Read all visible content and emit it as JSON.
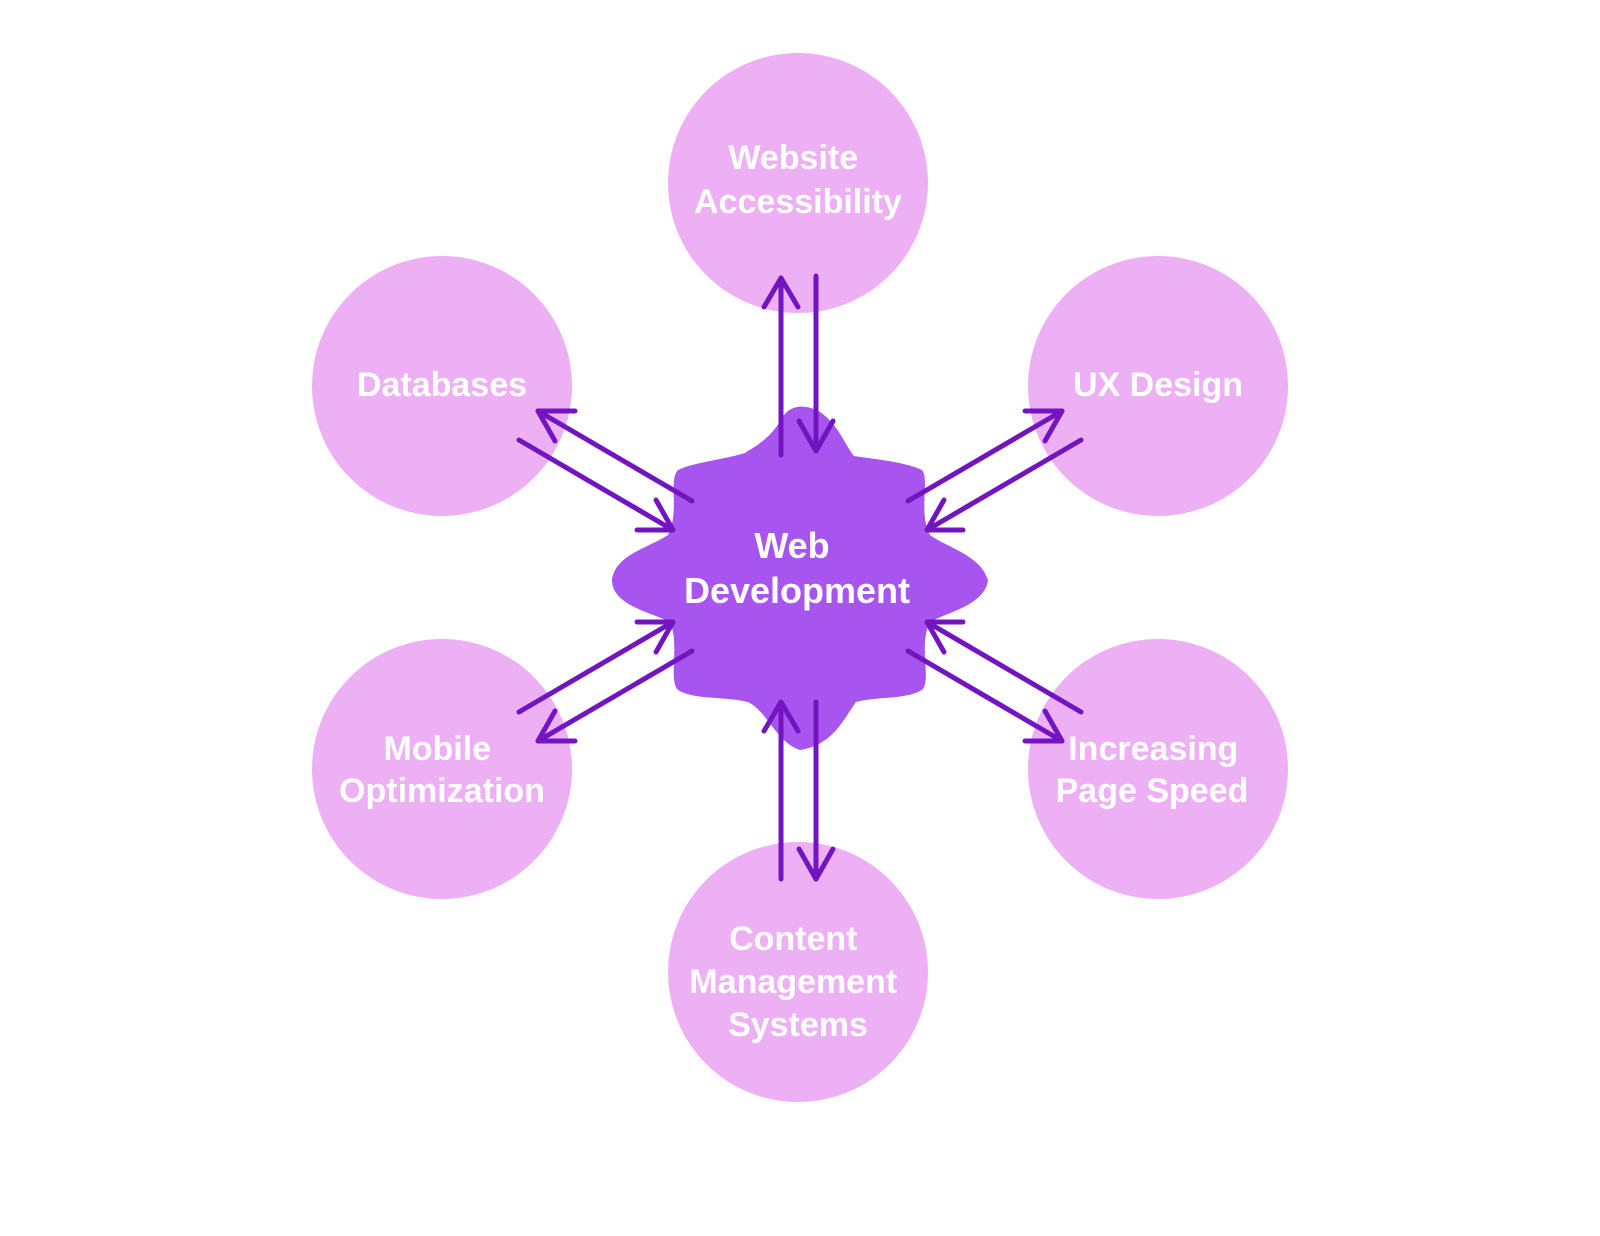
{
  "colors": {
    "background": "#ffffff",
    "center_fill": "#a855f0",
    "node_fill": "#edb0f5",
    "arrow": "#7215c0",
    "text": "#ffffff"
  },
  "center": {
    "label_line1": "Web",
    "label_line2": "Development"
  },
  "nodes": [
    {
      "id": "website-accessibility",
      "lines": [
        "Website",
        "Accessibility"
      ]
    },
    {
      "id": "ux-design",
      "lines": [
        "UX Design"
      ]
    },
    {
      "id": "increasing-page-speed",
      "lines": [
        "Increasing",
        "Page Speed"
      ]
    },
    {
      "id": "content-management-systems",
      "lines": [
        "Content",
        "Management",
        "Systems"
      ]
    },
    {
      "id": "mobile-optimization",
      "lines": [
        "Mobile",
        "Optimization"
      ]
    },
    {
      "id": "databases",
      "lines": [
        "Databases"
      ]
    }
  ],
  "connections": [
    {
      "node": "website-accessibility",
      "direction": "bidirectional"
    },
    {
      "node": "ux-design",
      "direction": "bidirectional"
    },
    {
      "node": "increasing-page-speed",
      "direction": "bidirectional"
    },
    {
      "node": "content-management-systems",
      "direction": "bidirectional"
    },
    {
      "node": "mobile-optimization",
      "direction": "bidirectional"
    },
    {
      "node": "databases",
      "direction": "bidirectional"
    }
  ]
}
